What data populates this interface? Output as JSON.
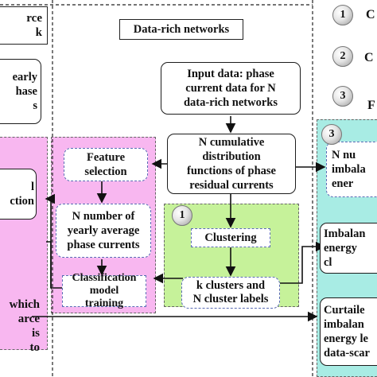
{
  "headers": {
    "left": "rce\nk",
    "center": "Data-rich networks"
  },
  "nodes": {
    "left_top": "early\nhase\ns",
    "left_mid": "l\nction",
    "left_bottom": "which\narce\nis\nto",
    "input_data": "Input data: phase\ncurrent data for N\ndata-rich networks",
    "cdf": "N cumulative\ndistribution\nfunctions of phase\nresidual currents",
    "feature_selection": "Feature\nselection",
    "yearly_average": "N number of\nyearly average\nphase currents",
    "classification": "Classification\nmodel\ntraining",
    "clustering": "Clustering",
    "k_clusters": "k clusters and\nN cluster labels",
    "right_1": "N nu\nimbala\nener",
    "right_2": "Imbalan\nenergy\ncl",
    "right_3": "Curtaile\nimbalan\nenergy le\ndata-scar"
  },
  "legend": {
    "badge_1": "1",
    "badge_2": "2",
    "badge_3": "3",
    "label_1": "C",
    "label_2": "C",
    "label_3": "F"
  },
  "badges": {
    "clustering_region": "1",
    "right_region": "3"
  },
  "colors": {
    "pink": "#f8b7f0",
    "green": "#c6f29a",
    "cyan": "#a8ece4",
    "dotted_border": "#5a6bb5"
  }
}
